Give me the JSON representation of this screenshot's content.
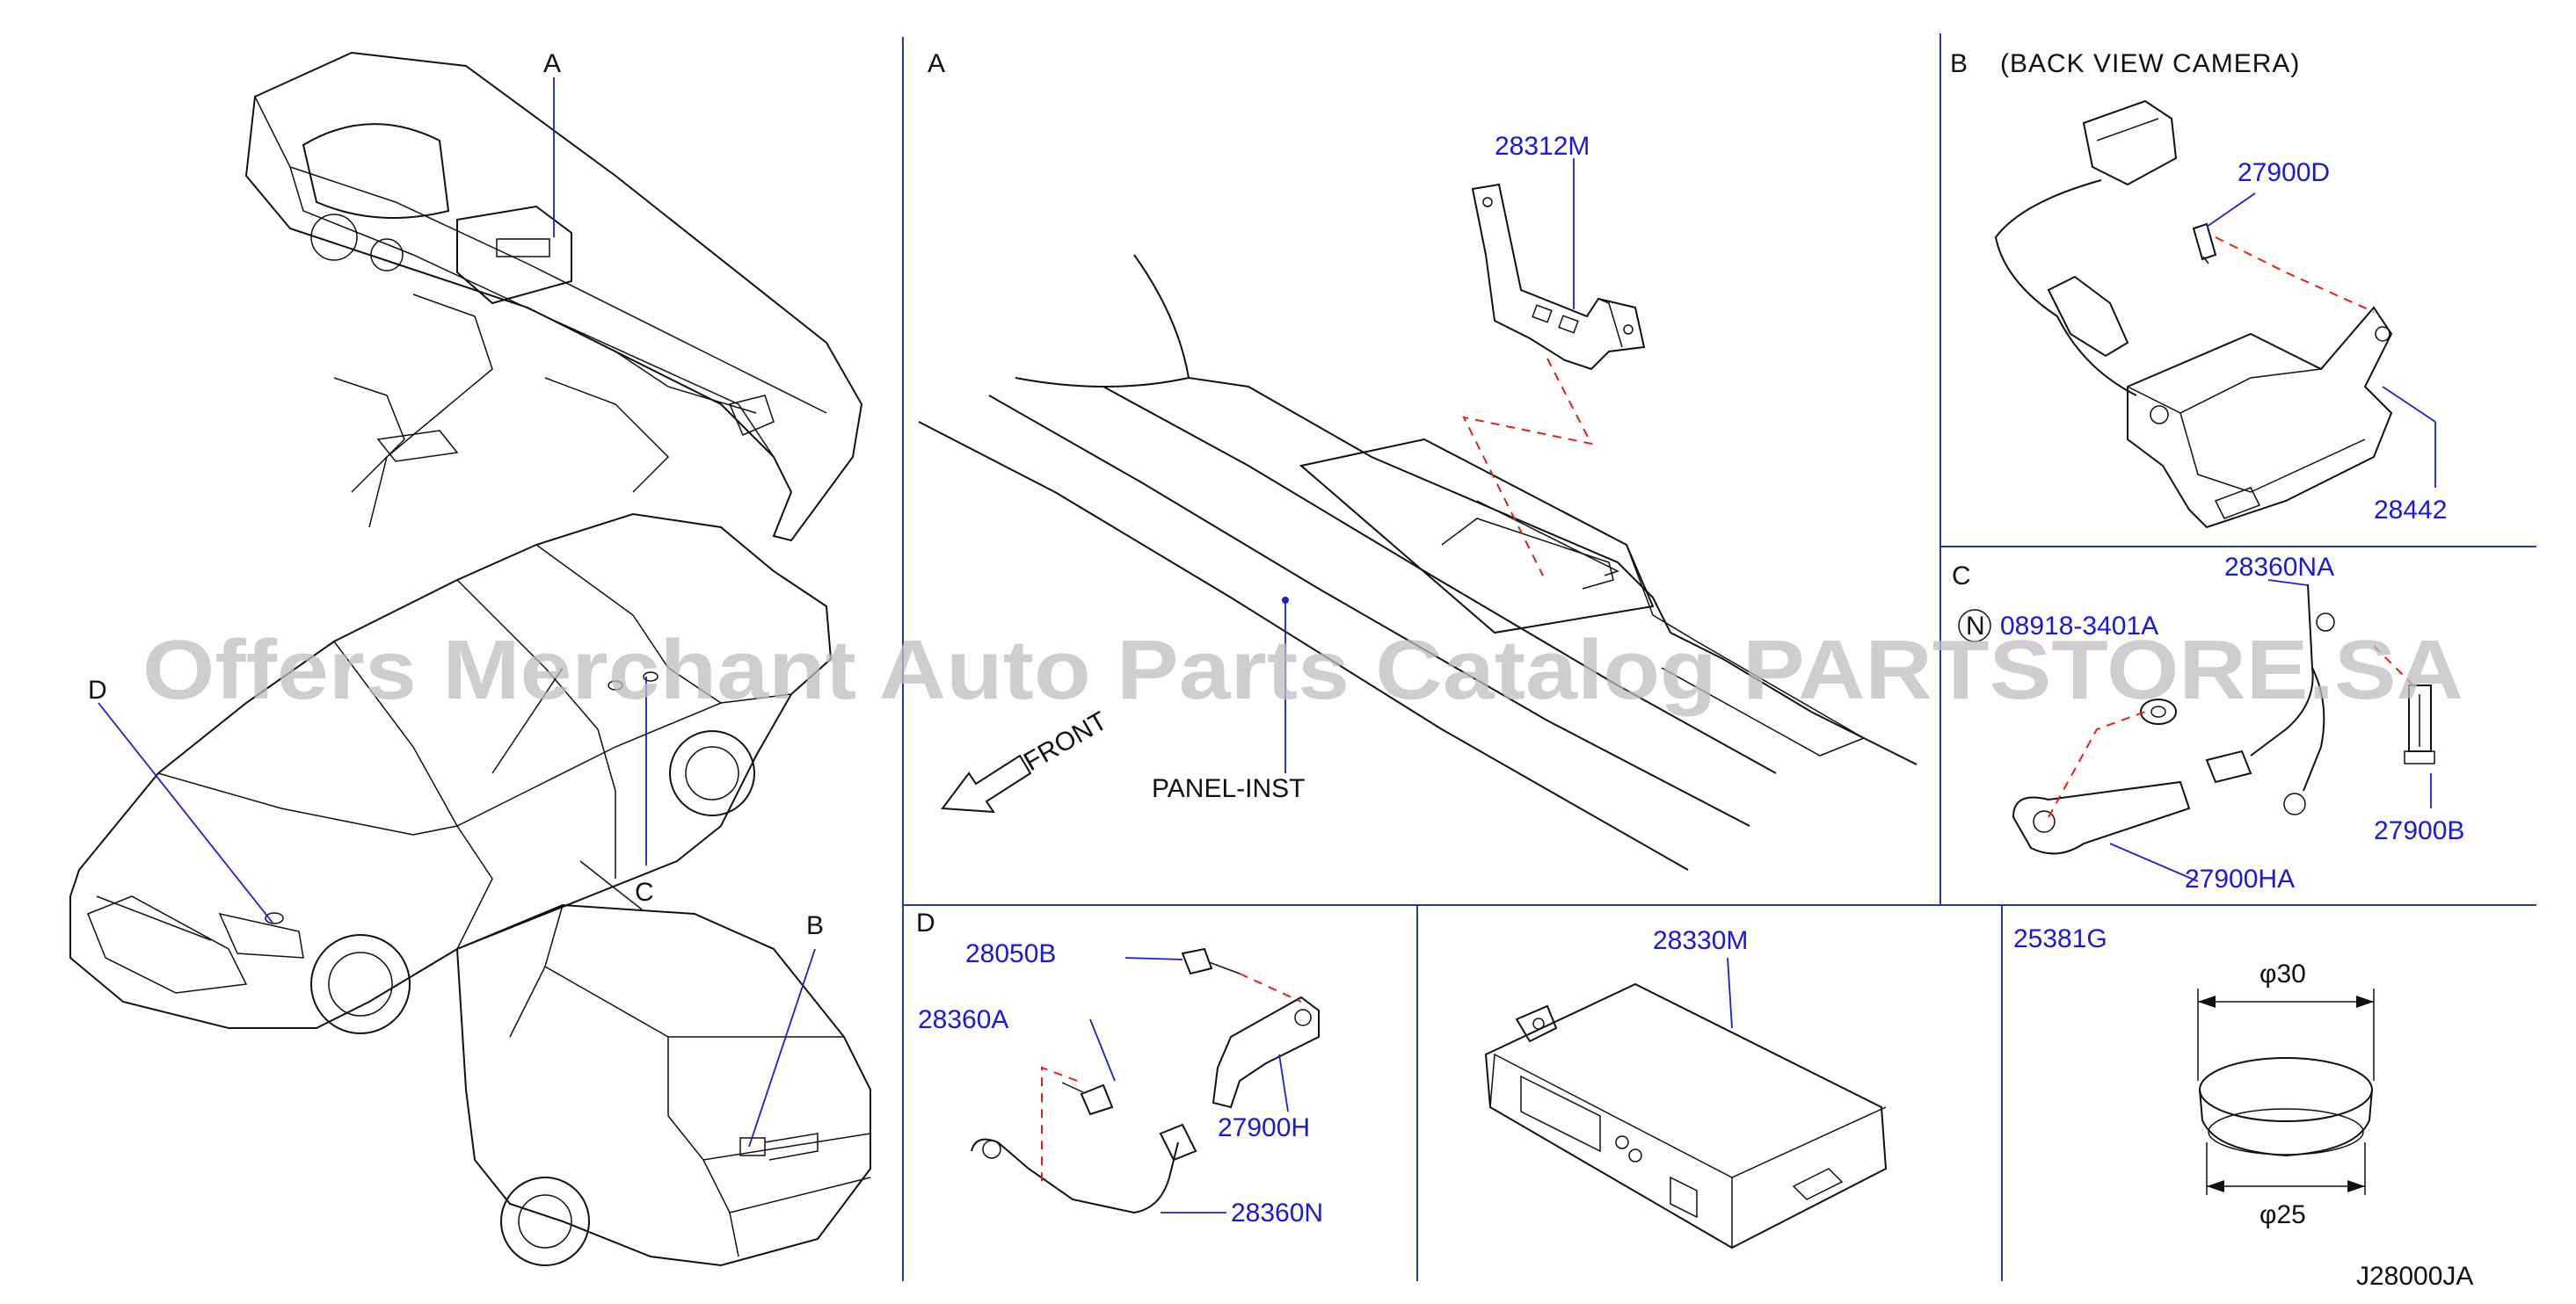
{
  "overview": {
    "label_a": "A",
    "label_b": "B",
    "label_c": "C",
    "label_d": "D"
  },
  "section_a": {
    "letter": "A",
    "part_bracket": "28312M",
    "panel_label": "PANEL-INST",
    "front_label": "FRONT"
  },
  "section_b": {
    "letter": "B",
    "title": "(BACK  VIEW  CAMERA)",
    "part_bolt": "27900D",
    "part_camera": "28442"
  },
  "section_c": {
    "letter": "C",
    "part_harness": "28360NA",
    "nut_symbol": "N",
    "part_nut": "08918-3401A",
    "part_bolt": "27900B",
    "part_bracket": "27900HA"
  },
  "section_d": {
    "letter": "D",
    "part_bolt_1": "28050B",
    "part_bolt_2": "28360A",
    "part_bracket": "27900H",
    "part_harness": "28360N"
  },
  "section_unit": {
    "part_unit": "28330M"
  },
  "section_plug": {
    "part_plug": "25381G",
    "dim_top": "φ30",
    "dim_bottom": "φ25"
  },
  "footer": {
    "diagram_code": "J28000JA"
  },
  "watermark": {
    "text": "Offers Merchant Auto Parts Catalog PARTSTORE.SA"
  },
  "colors": {
    "part_number": "#1a1ad6",
    "leader_line": "#2020c8",
    "dashed_guide": "#e02020",
    "divider": "#2a3a9a"
  }
}
